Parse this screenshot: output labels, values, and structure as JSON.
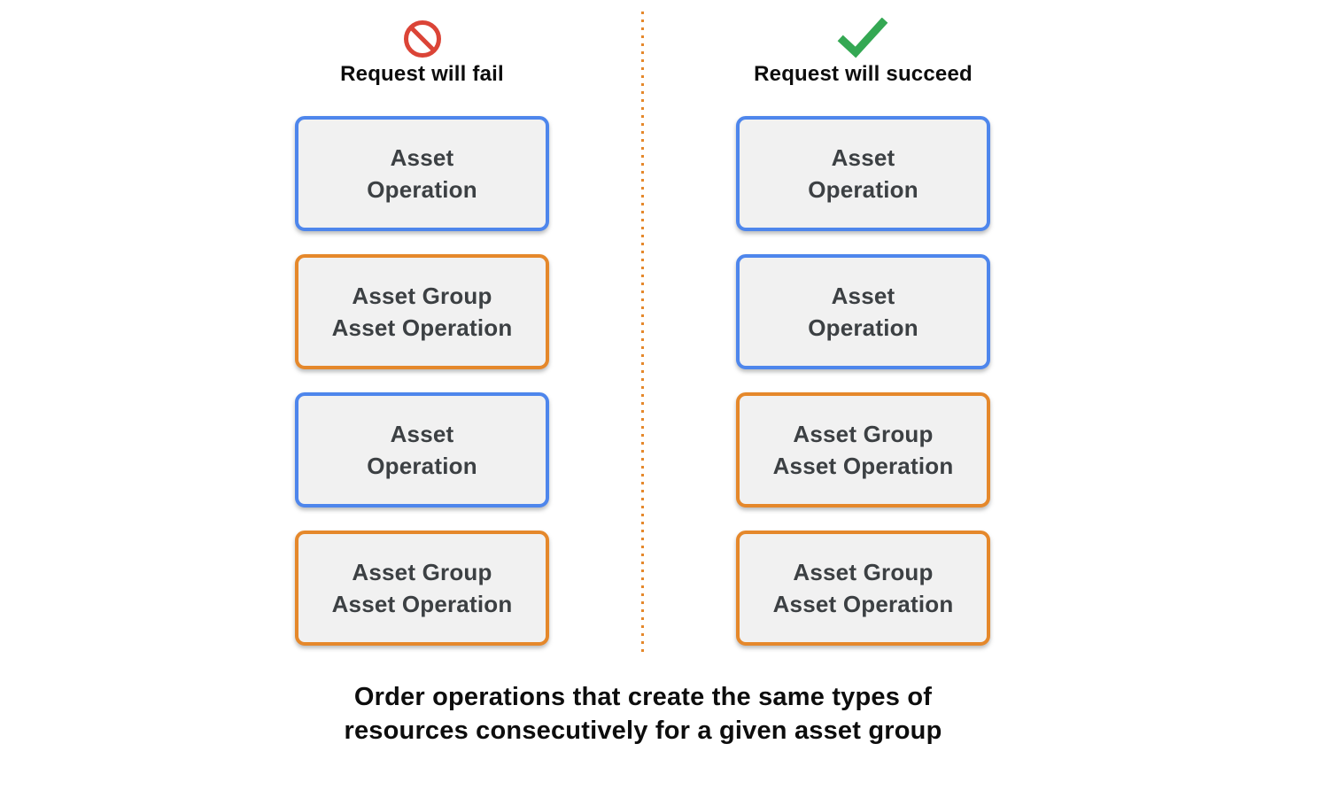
{
  "colors": {
    "blue_border": "#4e86ec",
    "orange_border": "#e5882b",
    "red_icon": "#db4437",
    "green_icon": "#34a853",
    "box_fill": "#f1f1f1",
    "box_text": "#3c4043",
    "divider_orange": "#e5882b",
    "background": "#ffffff"
  },
  "fail": {
    "title": "Request will fail",
    "icon": "prohibited-icon",
    "boxes": [
      {
        "type": "asset-operation",
        "line1": "Asset",
        "line2": "Operation"
      },
      {
        "type": "asset-group-asset-operation",
        "line1": "Asset Group",
        "line2": "Asset Operation"
      },
      {
        "type": "asset-operation",
        "line1": "Asset",
        "line2": "Operation"
      },
      {
        "type": "asset-group-asset-operation",
        "line1": "Asset Group",
        "line2": "Asset Operation"
      }
    ]
  },
  "succeed": {
    "title": "Request will succeed",
    "icon": "check-icon",
    "boxes": [
      {
        "type": "asset-operation",
        "line1": "Asset",
        "line2": "Operation"
      },
      {
        "type": "asset-operation",
        "line1": "Asset",
        "line2": "Operation"
      },
      {
        "type": "asset-group-asset-operation",
        "line1": "Asset Group",
        "line2": "Asset Operation"
      },
      {
        "type": "asset-group-asset-operation",
        "line1": "Asset Group",
        "line2": "Asset Operation"
      }
    ]
  },
  "caption": {
    "line1": "Order operations that create the same types of",
    "line2": "resources consecutively for a given asset group"
  }
}
